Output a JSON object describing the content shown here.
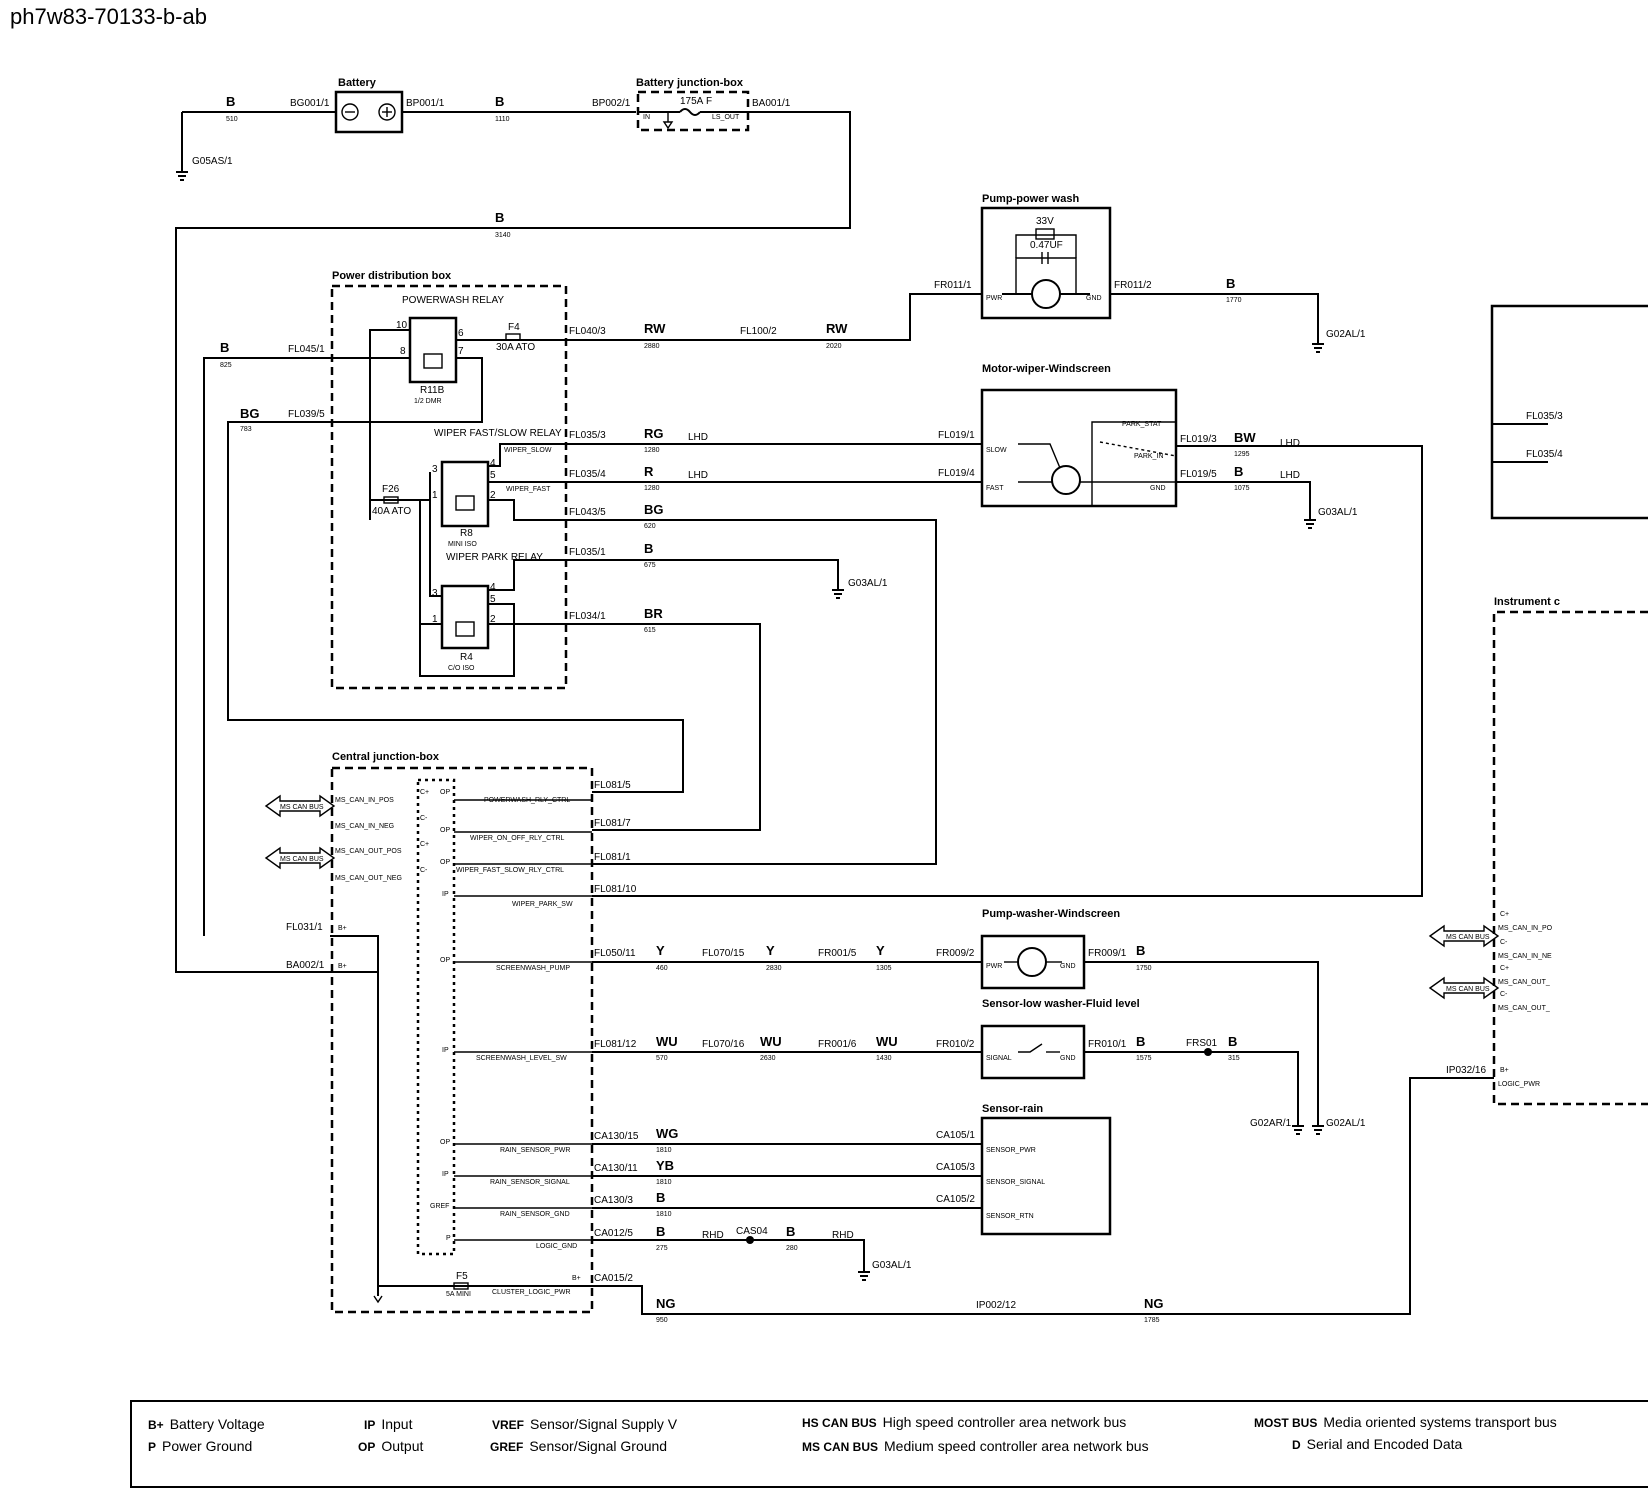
{
  "page_title": "ph7w83-70133-b-ab",
  "components": {
    "battery": "Battery",
    "battery_jb": "Battery junction-box",
    "pdb": "Power distribution box",
    "powerwash_relay": "POWERWASH RELAY",
    "r11b": "R11B",
    "r11b_sub": "1/2 DMR",
    "wiper_fs_relay": "WIPER FAST/SLOW RELAY",
    "r8": "R8",
    "r8_sub": "MINI ISO",
    "wiper_park_relay": "WIPER PARK RELAY",
    "r4": "R4",
    "r4_sub": "C/O ISO",
    "pump_power_wash": "Pump-power wash",
    "motor_wiper": "Motor-wiper-Windscreen",
    "cjb": "Central junction-box",
    "pump_washer": "Pump-washer-Windscreen",
    "sensor_low": "Sensor-low washer-Fluid level",
    "sensor_rain": "Sensor-rain",
    "instrument": "Instrument c"
  },
  "fuses": {
    "f175": "175A",
    "f175_id": "F",
    "f4": "F4",
    "f4_val": "30A ATO",
    "f26": "F26",
    "f26_val": "40A ATO",
    "f5": "F5",
    "f5_val": "5A MINI",
    "cap": "0.47UF",
    "zener": "33V"
  },
  "connectors": {
    "bg001": "BG001/1",
    "bp001": "BP001/1",
    "bp002": "BP002/1",
    "ba001": "BA001/1",
    "g05as": "G05AS/1",
    "fr011_1": "FR011/1",
    "fr011_2": "FR011/2",
    "g02al": "G02AL/1",
    "fl040": "FL040/3",
    "fl100": "FL100/2",
    "fl045": "FL045/1",
    "fl039": "FL039/5",
    "fl035_3": "FL035/3",
    "fl035_4": "FL035/4",
    "fl043": "FL043/5",
    "fl035_1": "FL035/1",
    "fl034": "FL034/1",
    "fl019_1": "FL019/1",
    "fl019_4": "FL019/4",
    "fl019_3": "FL019/3",
    "fl019_5": "FL019/5",
    "g03al": "G03AL/1",
    "fl081_5": "FL081/5",
    "fl081_7": "FL081/7",
    "fl081_1": "FL081/1",
    "fl081_10": "FL081/10",
    "fl031": "FL031/1",
    "ba002": "BA002/1",
    "fl050": "FL050/11",
    "fl070_15": "FL070/15",
    "fr001_5": "FR001/5",
    "fr009_2": "FR009/2",
    "fr009_1": "FR009/1",
    "fl081_12": "FL081/12",
    "fl070_16": "FL070/16",
    "fr001_6": "FR001/6",
    "fr010_2": "FR010/2",
    "fr010_1": "FR010/1",
    "frs01": "FRS01",
    "g02ar": "G02AR/1",
    "ca130_15": "CA130/15",
    "ca130_11": "CA130/11",
    "ca130_3": "CA130/3",
    "ca105_1": "CA105/1",
    "ca105_3": "CA105/3",
    "ca105_2": "CA105/2",
    "ca012": "CA012/5",
    "cas04": "CAS04",
    "ca015": "CA015/2",
    "ip002": "IP002/12",
    "ip032": "IP032/16",
    "fl035_3r": "FL035/3",
    "fl035_4r": "FL035/4"
  },
  "pins": {
    "in": "IN",
    "ls_out": "LS_OUT",
    "pwr": "PWR",
    "gnd": "GND",
    "slow": "SLOW",
    "fast": "FAST",
    "park_stat": "PARK_STAT",
    "park_in": "PARK_IN",
    "signal": "SIGNAL",
    "sensor_pwr": "SENSOR_PWR",
    "sensor_signal": "SENSOR_SIGNAL",
    "sensor_rtn": "SENSOR_RTN",
    "wiper_slow": "WIPER_SLOW",
    "wiper_fast": "WIPER_FAST",
    "ms_can_in_pos": "MS_CAN_IN_POS",
    "ms_can_in_neg": "MS_CAN_IN_NEG",
    "ms_can_out_pos": "MS_CAN_OUT_POS",
    "ms_can_out_neg": "MS_CAN_OUT_NEG",
    "powerwash_rly": "POWERWASH_RLY_CTRL",
    "wiper_onoff": "WIPER_ON_OFF_RLY_CTRL",
    "wiper_fs": "WIPER_FAST_SLOW_RLY_CTRL",
    "wiper_park": "WIPER_PARK_SW",
    "screenwash_pump": "SCREENWASH_PUMP",
    "screenwash_level": "SCREENWASH_LEVEL_SW",
    "rain_pwr": "RAIN_SENSOR_PWR",
    "rain_signal": "RAIN_SENSOR_SIGNAL",
    "rain_gnd": "RAIN_SENSOR_GND",
    "logic_gnd": "LOGIC_GND",
    "cluster_logic": "CLUSTER_LOGIC_PWR",
    "logic_pwr": "LOGIC_PWR",
    "bplus": "B+",
    "cplus": "C+",
    "cminus": "C-",
    "op": "OP",
    "ip": "IP",
    "gref": "GREF",
    "p": "P",
    "ms_can_in_po": "MS_CAN_IN_PO",
    "ms_can_in_ne": "MS_CAN_IN_NE",
    "ms_can_out": "MS_CAN_OUT_",
    "ms_can_out2": "MS_CAN_OUT_",
    "ms_can_bus": "MS CAN BUS",
    "p10": "10",
    "p6": "6",
    "p8": "8",
    "p7": "7",
    "p3": "3",
    "p4": "4",
    "p5": "5",
    "p1": "1",
    "p2": "2"
  },
  "wires": {
    "b": "B",
    "rw": "RW",
    "bg": "BG",
    "rg": "RG",
    "r": "R",
    "br": "BR",
    "bw": "BW",
    "y": "Y",
    "wu": "WU",
    "wg": "WG",
    "yb": "YB",
    "ng": "NG",
    "lhd": "LHD",
    "rhd": "RHD"
  },
  "circuits": {
    "c510": "510",
    "c1110": "1110",
    "c3140": "3140",
    "c1770": "1770",
    "c2880": "2880",
    "c2020": "2020",
    "c825": "825",
    "c783": "783",
    "c1280a": "1280",
    "c1280b": "1280",
    "c620": "620",
    "c675": "675",
    "c615": "615",
    "c1295": "1295",
    "c1075": "1075",
    "c460": "460",
    "c2830": "2830",
    "c1305": "1305",
    "c1750": "1750",
    "c570": "570",
    "c2630": "2630",
    "c1430": "1430",
    "c1575": "1575",
    "c315": "315",
    "c1810a": "1810",
    "c1810b": "1810",
    "c1810c": "1810",
    "c275": "275",
    "c280": "280",
    "c950": "950",
    "c1785": "1785"
  },
  "legend": [
    {
      "key": "B+",
      "text": "Battery Voltage"
    },
    {
      "key": "P",
      "text": "Power Ground"
    },
    {
      "key": "IP",
      "text": "Input"
    },
    {
      "key": "OP",
      "text": "Output"
    },
    {
      "key": "VREF",
      "text": "Sensor/Signal Supply V"
    },
    {
      "key": "GREF",
      "text": "Sensor/Signal Ground"
    },
    {
      "key": "HS CAN BUS",
      "text": "High speed controller area network bus"
    },
    {
      "key": "MS CAN BUS",
      "text": "Medium speed controller area network bus"
    },
    {
      "key": "MOST BUS",
      "text": "Media oriented systems transport bus"
    },
    {
      "key": "D",
      "text": "Serial and Encoded Data"
    }
  ]
}
